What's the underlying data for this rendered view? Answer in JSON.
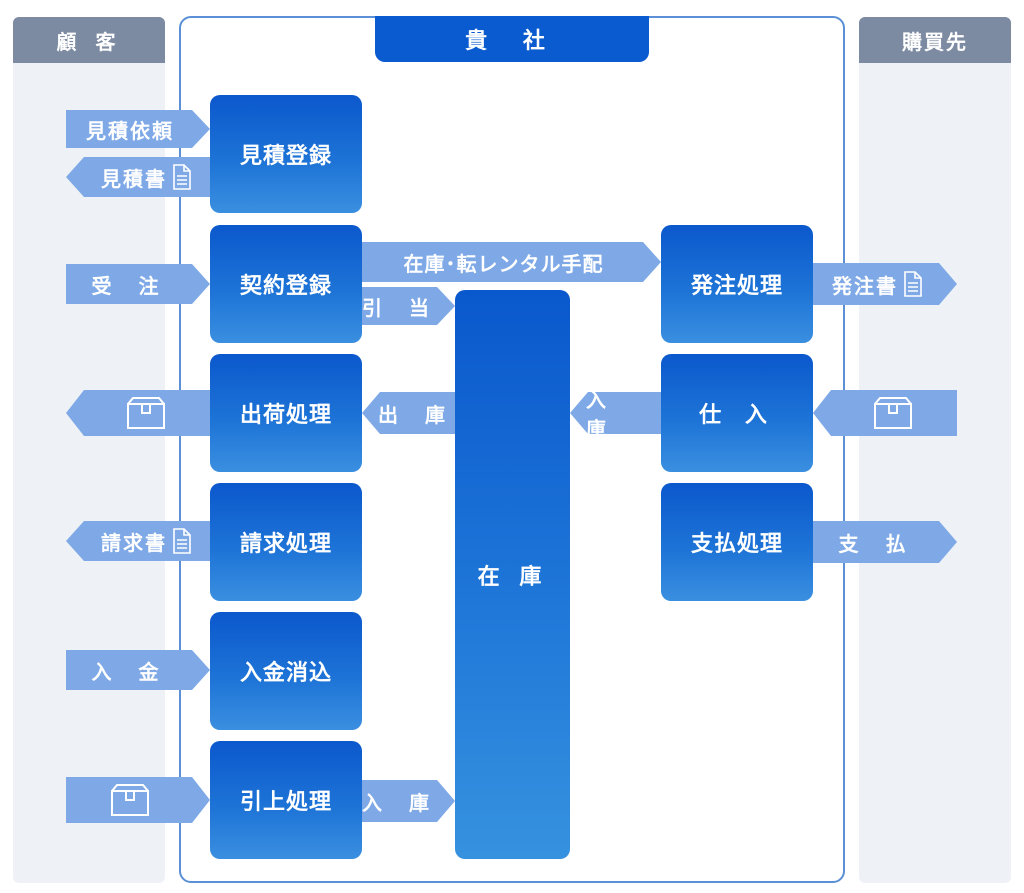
{
  "lanes": {
    "customer": "顧 客",
    "company": "貴 社",
    "supplier": "購買先"
  },
  "processes": {
    "estimate": "見積登録",
    "contract": "契約登録",
    "shipping": "出荷処理",
    "billing": "請求処理",
    "payment_clear": "入金消込",
    "pickup": "引上処理",
    "order": "発注処理",
    "purchase": "仕 入",
    "pay": "支払処理",
    "stock": "在 庫"
  },
  "arrows": {
    "estimate_request": "見積依頼",
    "estimate_doc": "見積書",
    "order_received": "受 注",
    "stock_rental": "在庫･転レンタル手配",
    "allocate": "引 当",
    "ship_out": "出 庫",
    "receive_in": "入 庫",
    "invoice": "請求書",
    "deposit": "入 金",
    "pickup_in": "入 庫",
    "purchase_order": "発注書",
    "payment": "支 払"
  },
  "icons": {
    "document": "document-icon",
    "box": "box-icon"
  },
  "colors": {
    "process_blue": "#0b58cd",
    "arrow_blue": "#7ea9e6",
    "lane_gray": "#eef2f6",
    "lane_head": "#7c8aa2"
  }
}
